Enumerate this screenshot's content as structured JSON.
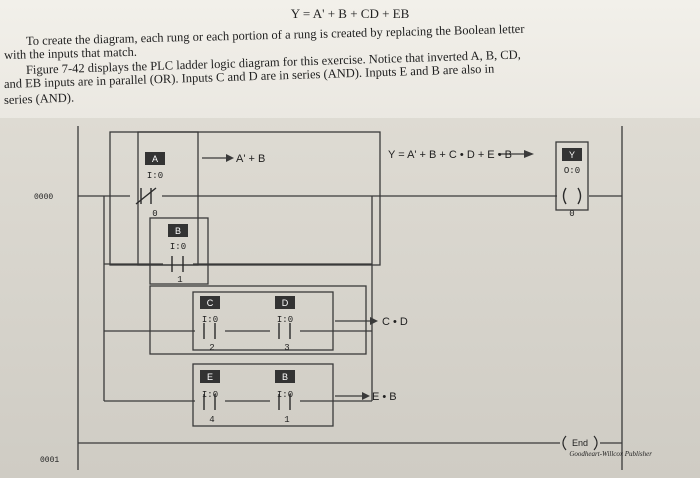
{
  "header": {
    "equation": "Y = A' + B + CD + EB"
  },
  "paragraph": {
    "line1": "To create the diagram, each rung or each portion of a rung is created by replacing the Boolean letter",
    "line2": "with the inputs that match.",
    "line3": "Figure 7-42 displays the PLC ladder logic diagram for this exercise. Notice that inverted A, B, CD,",
    "line4": "and EB inputs are in parallel (OR). Inputs C and D are in series (AND). Inputs E and B are also in",
    "line5": "series (AND)."
  },
  "diagram": {
    "rung_numbers": [
      "0000",
      "0001"
    ],
    "contacts": [
      {
        "tag": "A",
        "addr": "I:0",
        "bit": "0",
        "type": "nc"
      },
      {
        "tag": "B",
        "addr": "I:0",
        "bit": "1",
        "type": "no"
      },
      {
        "tag": "C",
        "addr": "I:0",
        "bit": "2",
        "type": "no"
      },
      {
        "tag": "D",
        "addr": "I:0",
        "bit": "3",
        "type": "no"
      },
      {
        "tag": "E",
        "addr": "I:0",
        "bit": "4",
        "type": "no"
      },
      {
        "tag": "B",
        "addr": "I:0",
        "bit": "1",
        "type": "no"
      }
    ],
    "output": {
      "tag": "Y",
      "addr": "O:0",
      "bit": "0"
    },
    "annotations": {
      "ab": "A' + B",
      "full": "Y = A' + B + C • D + E • B",
      "cd": "C • D",
      "eb": "E • B"
    },
    "end_label": "End",
    "publisher": "Goodheart-Willcox Publisher"
  },
  "colors": {
    "wire": "#3a3a3a",
    "tag_fill": "#333333",
    "tag_text": "#ffffff"
  }
}
